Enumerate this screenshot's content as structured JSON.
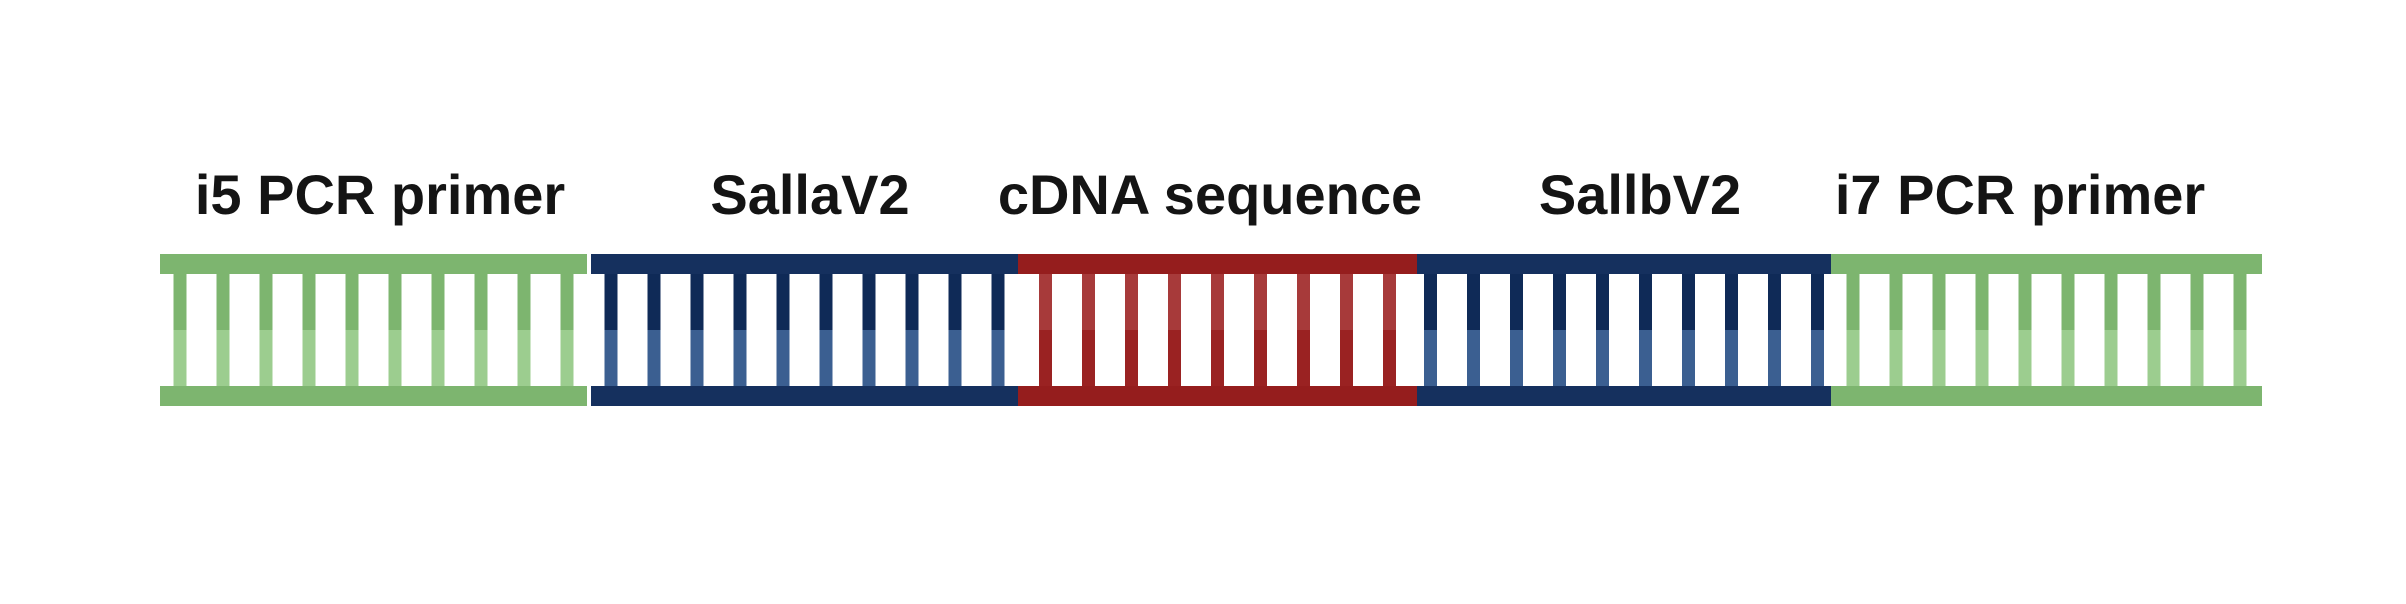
{
  "segments": [
    {
      "label": "i5 PCR primer",
      "color_backbone": "#7db56f",
      "color_rung_top": "#7db56f",
      "color_rung_bottom": "#9ccd8f"
    },
    {
      "label": "SallaV2",
      "color_backbone": "#15305e",
      "color_rung_top": "#0f2a57",
      "color_rung_bottom": "#3b5f91"
    },
    {
      "label": "cDNA sequence",
      "color_backbone": "#951d1d",
      "color_rung_top": "#a73a3a",
      "color_rung_bottom": "#9a2222"
    },
    {
      "label": "SallbV2",
      "color_backbone": "#15305e",
      "color_rung_top": "#0f2a57",
      "color_rung_bottom": "#3b5f91"
    },
    {
      "label": "i7 PCR primer",
      "color_backbone": "#7db56f",
      "color_rung_top": "#7db56f",
      "color_rung_bottom": "#9ccd8f"
    }
  ]
}
